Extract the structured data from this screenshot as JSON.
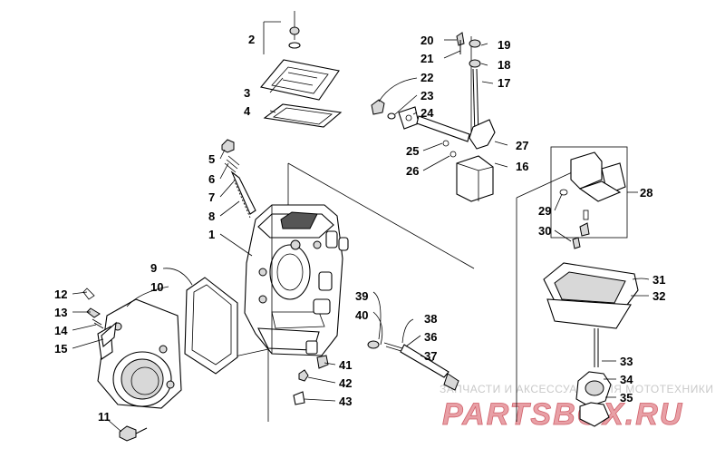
{
  "labels": {
    "l1": "1",
    "l2": "2",
    "l3": "3",
    "l4": "4",
    "l5": "5",
    "l6": "6",
    "l7": "7",
    "l8": "8",
    "l9": "9",
    "l10": "10",
    "l11": "11",
    "l12": "12",
    "l13": "13",
    "l14": "14",
    "l15": "15",
    "l16": "16",
    "l17": "17",
    "l18": "18",
    "l19": "19",
    "l20": "20",
    "l21": "21",
    "l22": "22",
    "l23": "23",
    "l24": "24",
    "l25": "25",
    "l26": "26",
    "l27": "27",
    "l28": "28",
    "l29": "29",
    "l30": "30",
    "l31": "31",
    "l32": "32",
    "l33": "33",
    "l34": "34",
    "l35": "35",
    "l36": "36",
    "l37": "37",
    "l38": "38",
    "l39": "39",
    "l40": "40",
    "l41": "41",
    "l42": "42",
    "l43": "43"
  },
  "watermark": {
    "caption": "ЗАПЧАСТИ И АКСЕССУАРЫ ДЛЯ МОТОТЕХНИКИ",
    "brand": "PARTSBOX.RU",
    "brand_color": "#e8a0a6"
  }
}
